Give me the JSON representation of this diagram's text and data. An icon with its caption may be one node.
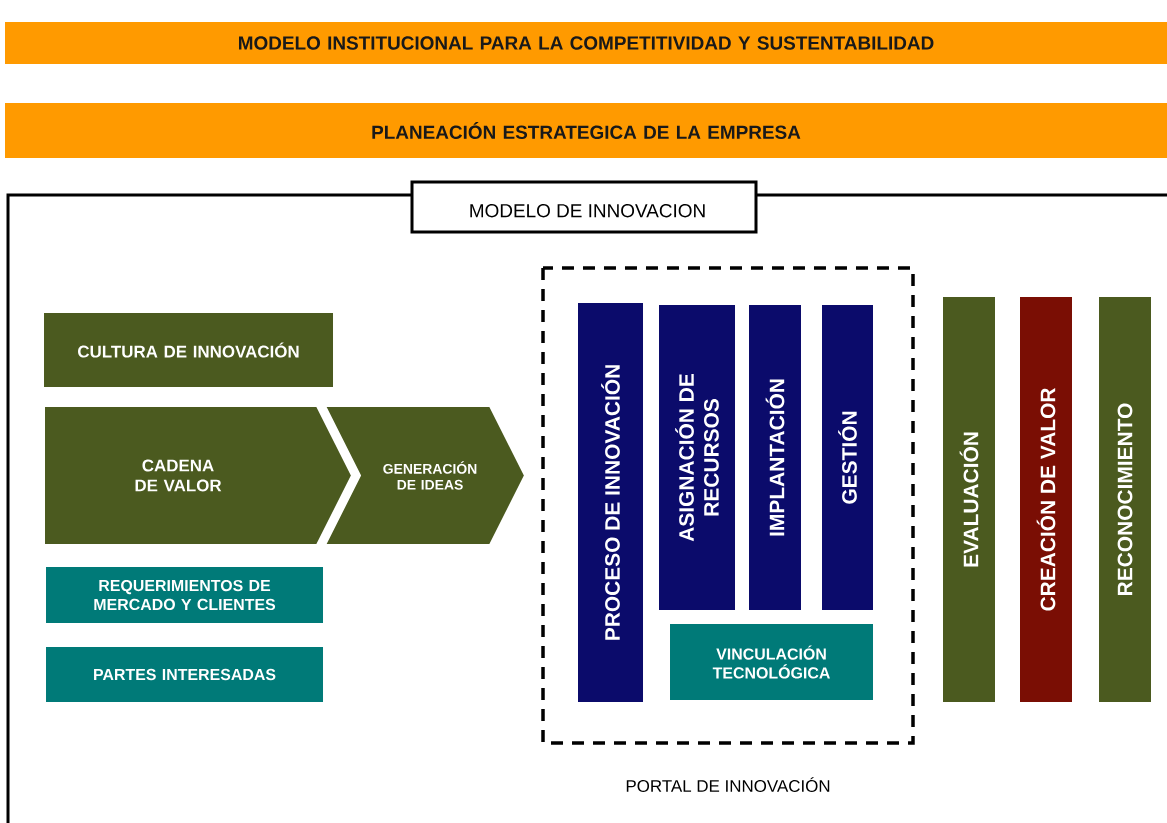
{
  "diagram": {
    "nodes": [
      {
        "text": [
          "MODELO INSTITUCIONAL PARA LA COMPETITIVIDAD Y SUSTENTABILIDAD"
        ]
      },
      {
        "text": [
          "PLANEACIÓN ESTRATEGICA DE LA EMPRESA"
        ]
      },
      {
        "text": [
          "MODELO DE INNOVACION"
        ]
      },
      {
        "text": [
          "CULTURA DE INNOVACIÓN"
        ],
        "in": 2
      },
      {
        "text": [
          "CADENA DE VALOR"
        ],
        "in": 2
      },
      {
        "text": [
          "GENERACIÓN DE IDEAS"
        ],
        "in": 2
      },
      {
        "text": [
          "REQUERIMIENTOS DE MERCADO Y CLIENTES"
        ],
        "in": 2
      },
      {
        "text": [
          "PARTES INTERESADAS"
        ],
        "in": 2
      },
      {
        "text": [
          "PORTAL DE INNOVACIÓN"
        ],
        "in": 2
      },
      {
        "text": [
          "PROCESO DE INNOVACIÓN"
        ],
        "in": 8
      },
      {
        "text": [
          "ASIGNACIÓN DE RECURSOS"
        ],
        "in": 8
      },
      {
        "text": [
          "IMPLANTACIÓN"
        ],
        "in": 8
      },
      {
        "text": [
          "GESTIÓN"
        ],
        "in": 8
      },
      {
        "text": [
          "VINCULACIÓN TECNOLÓGICA"
        ],
        "in": 8
      },
      {
        "text": [
          "EVALUACIÓN"
        ],
        "in": 2
      },
      {
        "text": [
          "CREACIÓN DE VALOR"
        ],
        "in": 2
      },
      {
        "text": [
          "RECONOCIMIENTO"
        ],
        "in": 2
      }
    ]
  }
}
